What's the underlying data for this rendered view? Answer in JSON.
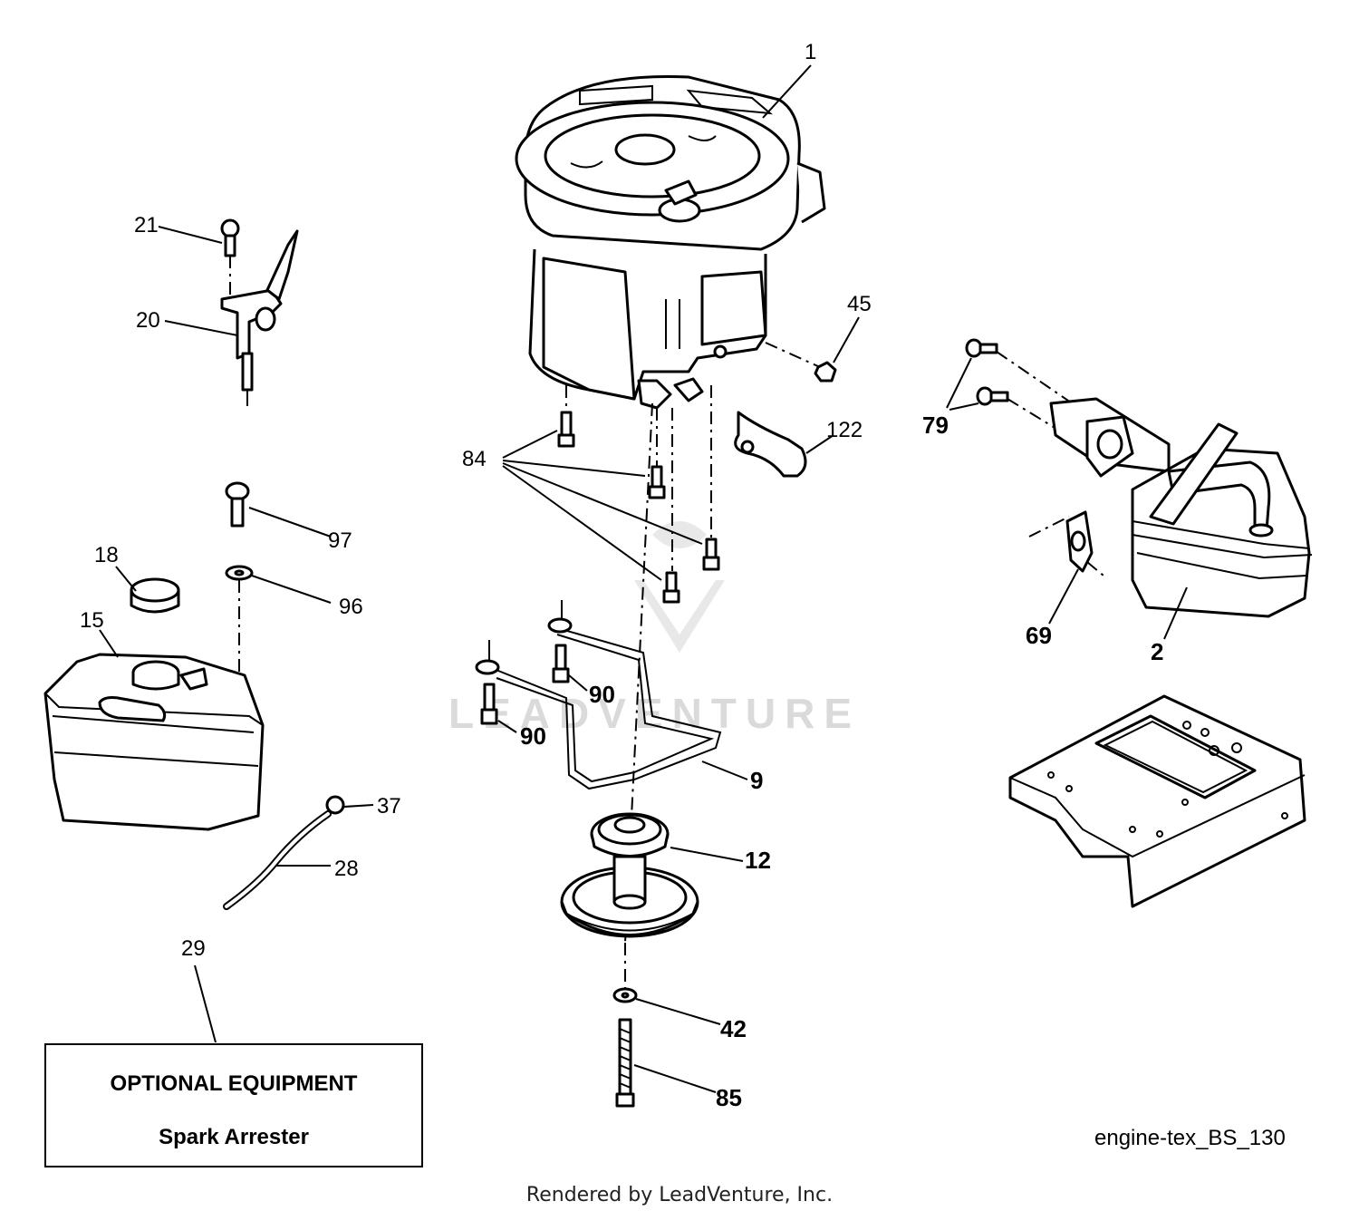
{
  "watermark": {
    "text": "LEADVENTURE"
  },
  "callouts": {
    "p1": "1",
    "p2": "2",
    "p9": "9",
    "p12": "12",
    "p15": "15",
    "p18": "18",
    "p20": "20",
    "p21": "21",
    "p28": "28",
    "p29": "29",
    "p37": "37",
    "p42": "42",
    "p45": "45",
    "p69": "69",
    "p79": "79",
    "p84": "84",
    "p85": "85",
    "p90a": "90",
    "p90b": "90",
    "p96": "96",
    "p97": "97",
    "p122": "122"
  },
  "optional_box": {
    "title": "OPTIONAL EQUIPMENT",
    "item": "Spark Arrester"
  },
  "diagram_ref": "engine-tex_BS_130",
  "footer": "Rendered by LeadVenture, Inc."
}
